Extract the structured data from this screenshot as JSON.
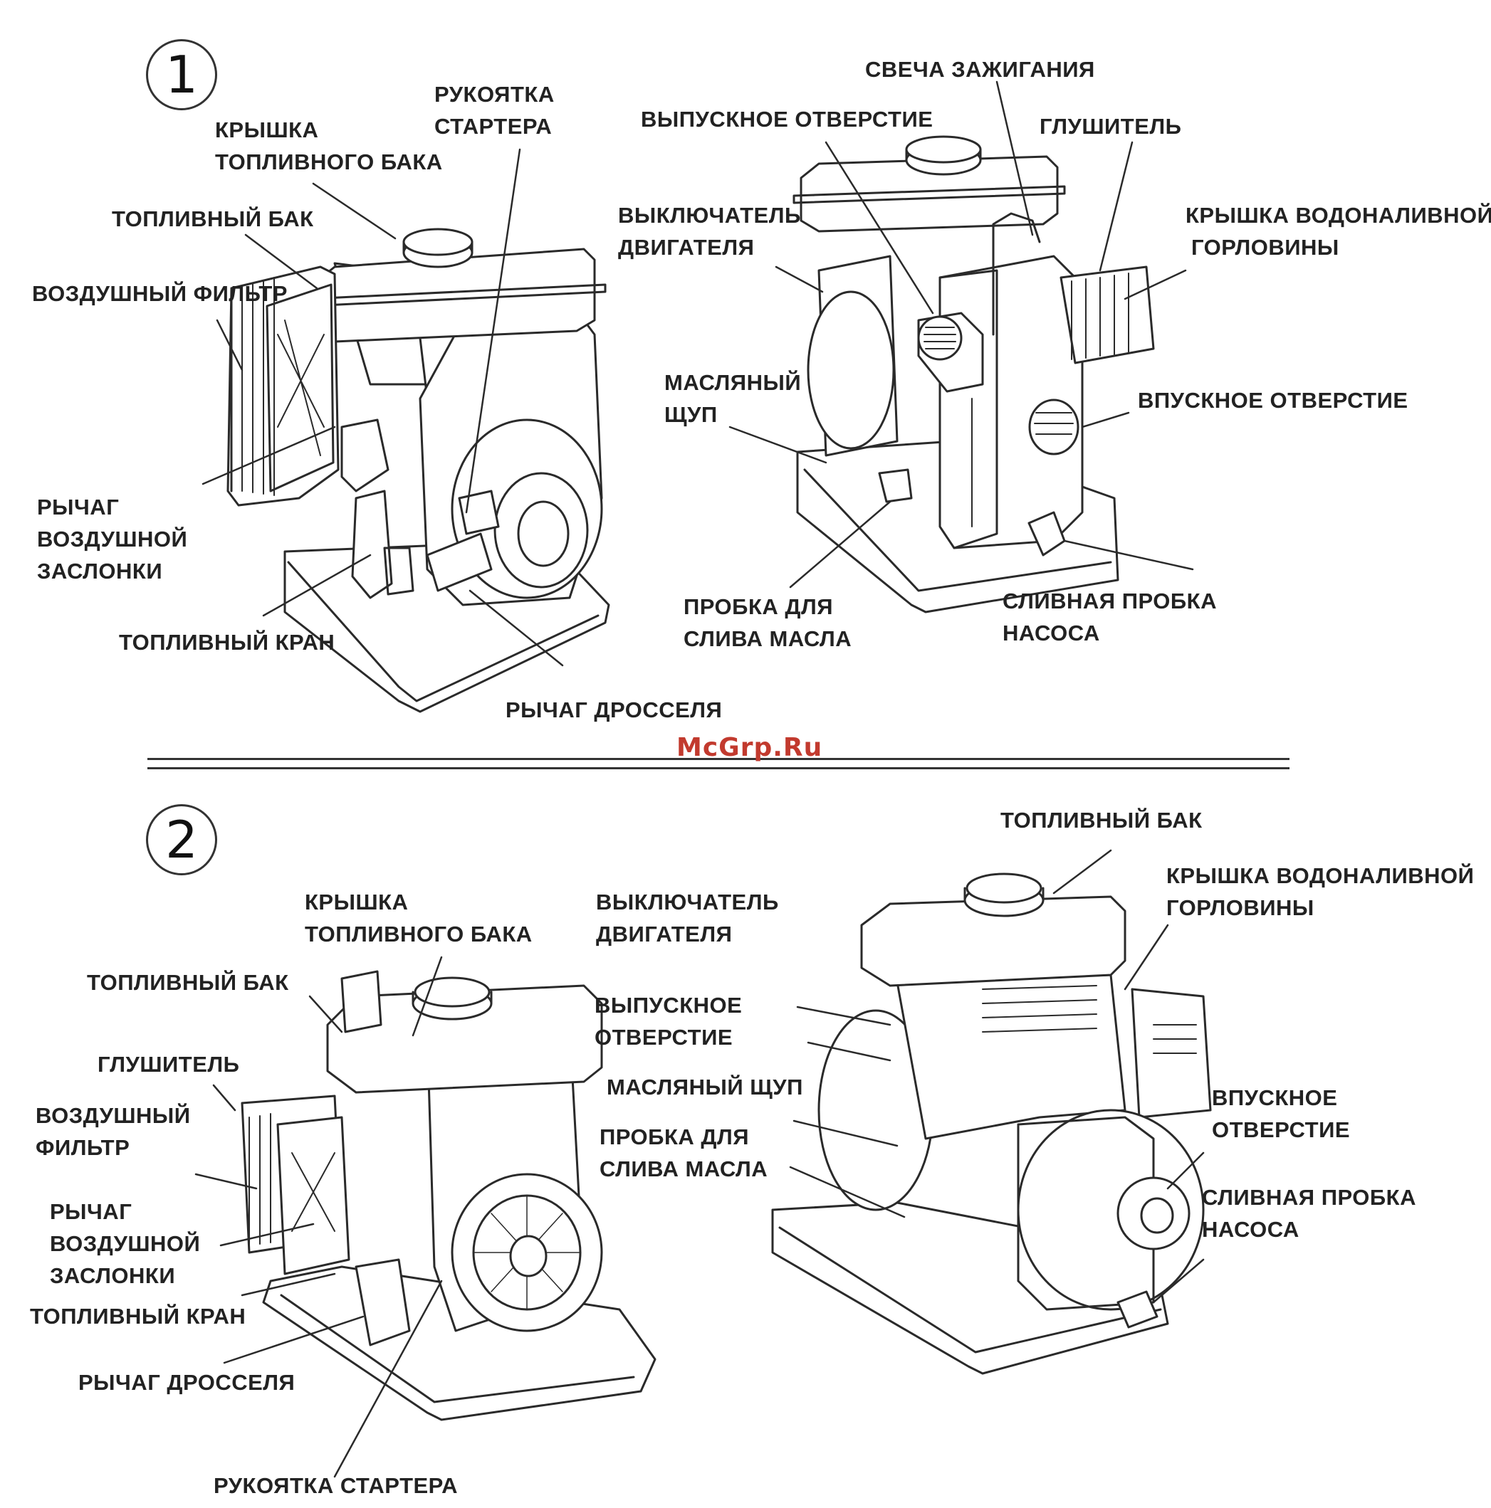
{
  "panel1": {
    "number": "1",
    "labels": {
      "fuel_cap": [
        "КРЫШКА",
        "ТОПЛИВНОГО БАКА"
      ],
      "starter_handle": [
        "РУКОЯТКА",
        "СТАРТЕРА"
      ],
      "fuel_tank": "ТОПЛИВНЫЙ БАК",
      "air_filter": "ВОЗДУШНЫЙ ФИЛЬТР",
      "choke_lever": [
        "РЫЧАГ",
        "ВОЗДУШНОЙ",
        "ЗАСЛОНКИ"
      ],
      "fuel_valve": "ТОПЛИВНЫЙ КРАН",
      "throttle_lever": "РЫЧАГ ДРОССЕЛЯ",
      "spark_plug": "СВЕЧА ЗАЖИГАНИЯ",
      "outlet": "ВЫПУСКНОЕ ОТВЕРСТИЕ",
      "muffler": "ГЛУШИТЕЛЬ",
      "engine_switch": [
        "ВЫКЛЮЧАТЕЛЬ",
        "ДВИГАТЕЛЯ"
      ],
      "priming_cap": [
        "КРЫШКА ВОДОНАЛИВНОЙ",
        "ГОРЛОВИНЫ"
      ],
      "dipstick": [
        "МАСЛЯНЫЙ",
        "ЩУП"
      ],
      "inlet": "ВПУСКНОЕ ОТВЕРСТИЕ",
      "oil_drain": [
        "ПРОБКА ДЛЯ",
        "СЛИВА МАСЛА"
      ],
      "pump_drain": [
        "СЛИВНАЯ ПРОБКА",
        "НАСОСА"
      ]
    }
  },
  "watermark": "McGrp.Ru",
  "panel2": {
    "number": "2",
    "labels": {
      "fuel_cap": [
        "КРЫШКА",
        "ТОПЛИВНОГО БАКА"
      ],
      "fuel_tank_left": "ТОПЛИВНЫЙ БАК",
      "muffler": "ГЛУШИТЕЛЬ",
      "air_filter": [
        "ВОЗДУШНЫЙ",
        "ФИЛЬТР"
      ],
      "choke_lever": [
        "РЫЧАГ",
        "ВОЗДУШНОЙ",
        "ЗАСЛОНКИ"
      ],
      "fuel_valve": "ТОПЛИВНЫЙ КРАН",
      "throttle_lever": "РЫЧАГ ДРОССЕЛЯ",
      "starter_handle": "РУКОЯТКА СТАРТЕРА",
      "engine_switch": [
        "ВЫКЛЮЧАТЕЛЬ",
        "ДВИГАТЕЛЯ"
      ],
      "outlet": [
        "ВЫПУСКНОЕ",
        "ОТВЕРСТИЕ"
      ],
      "dipstick": "МАСЛЯНЫЙ ЩУП",
      "oil_drain": [
        "ПРОБКА ДЛЯ",
        "СЛИВА МАСЛА"
      ],
      "fuel_tank_right": "ТОПЛИВНЫЙ БАК",
      "priming_cap": [
        "КРЫШКА ВОДОНАЛИВНОЙ",
        "ГОРЛОВИНЫ"
      ],
      "inlet": [
        "ВПУСКНОЕ",
        "ОТВЕРСТИЕ"
      ],
      "pump_drain": [
        "СЛИВНАЯ ПРОБКА",
        "НАСОСА"
      ]
    }
  }
}
